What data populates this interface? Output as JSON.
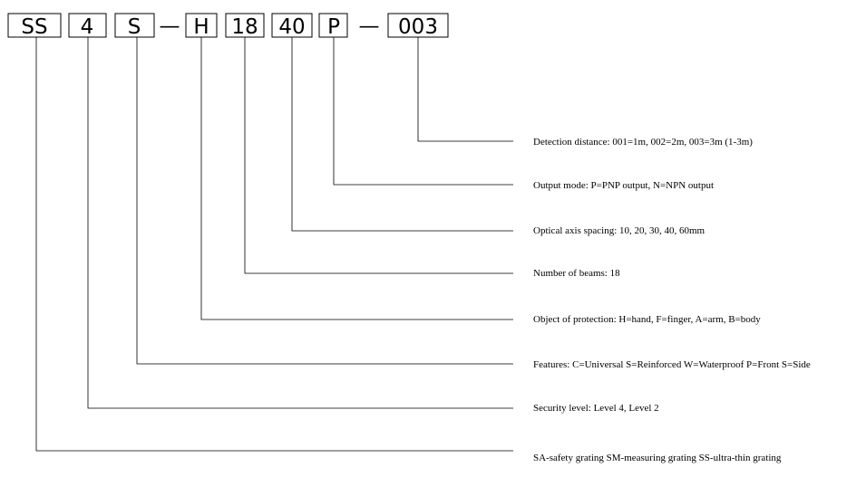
{
  "code": {
    "segments": [
      "SS",
      "4",
      "S",
      "H",
      "18",
      "40",
      "P",
      "003"
    ],
    "dash_1": "—",
    "dash_2": "—"
  },
  "descriptions": [
    "Detection distance: 001=1m, 002=2m, 003=3m (1-3m)",
    "Output mode: P=PNP output, N=NPN output",
    "Optical axis spacing: 10, 20, 30, 40, 60mm",
    "Number of beams: 18",
    "Object of protection: H=hand, F=finger, A=arm, B=body",
    "Features: C=Universal S=Reinforced W=Waterproof P=Front S=Side",
    "Security level: Level 4, Level 2",
    "SA-safety grating SM-measuring grating SS-ultra-thin grating"
  ]
}
